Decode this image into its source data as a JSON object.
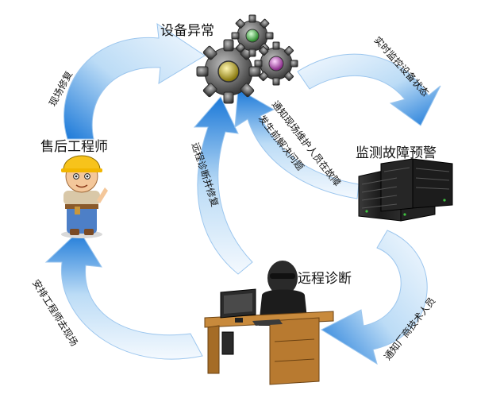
{
  "nodes": {
    "device_fault": "设备异常",
    "monitor_alert": "监测故障预警",
    "remote_diagnosis": "远程诊断",
    "after_sales_engineer": "售后工程师"
  },
  "arrows": {
    "realtime_monitor": "实时监控设备状态",
    "notify_vendor": "通知厂商技术人员",
    "arrange_engineer": "安排工程师去现场",
    "onsite_repair": "现场修复",
    "remote_repair": "远程诊断并修复",
    "notify_onsite_line1": "通知现场维护人员在故障",
    "notify_onsite_line2": "发生前解决问题"
  },
  "colors": {
    "arrow_dark": "#1a78d8",
    "arrow_light": "#e6f2fc",
    "gear": "#6b6b6b",
    "server": "#1d1d1d"
  }
}
